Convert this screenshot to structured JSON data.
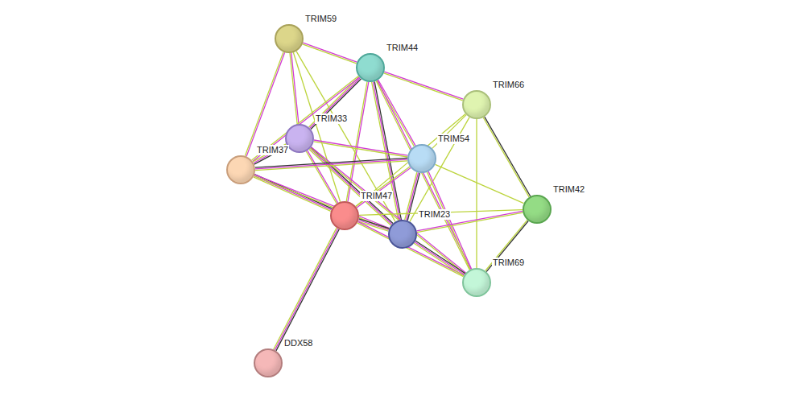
{
  "diagram": {
    "nodes": [
      {
        "text": [
          "TRIM59"
        ]
      },
      {
        "text": [
          "TRIM44"
        ]
      },
      {
        "text": [
          "TRIM66"
        ]
      },
      {
        "text": [
          "TRIM33"
        ]
      },
      {
        "text": [
          "TRIM54"
        ]
      },
      {
        "text": [
          "TRIM37"
        ]
      },
      {
        "text": [
          "TRIM47"
        ]
      },
      {
        "text": [
          "TRIM23"
        ]
      },
      {
        "text": [
          "TRIM42"
        ]
      },
      {
        "text": [
          "TRIM69"
        ]
      },
      {
        "text": [
          "DDX58"
        ]
      }
    ],
    "edges": [
      {
        "from": 0,
        "to": 1,
        "arrow": "none"
      },
      {
        "from": 0,
        "to": 3,
        "arrow": "none"
      },
      {
        "from": 0,
        "to": 5,
        "arrow": "none"
      },
      {
        "from": 0,
        "to": 6,
        "arrow": "none"
      },
      {
        "from": 0,
        "to": 7,
        "arrow": "none"
      },
      {
        "from": 1,
        "to": 2,
        "arrow": "none"
      },
      {
        "from": 1,
        "to": 3,
        "arrow": "none"
      },
      {
        "from": 1,
        "to": 5,
        "arrow": "none"
      },
      {
        "from": 1,
        "to": 6,
        "arrow": "none"
      },
      {
        "from": 1,
        "to": 7,
        "arrow": "none"
      },
      {
        "from": 1,
        "to": 4,
        "arrow": "none"
      },
      {
        "from": 1,
        "to": 9,
        "arrow": "none"
      },
      {
        "from": 2,
        "to": 4,
        "arrow": "none"
      },
      {
        "from": 2,
        "to": 6,
        "arrow": "none"
      },
      {
        "from": 2,
        "to": 7,
        "arrow": "none"
      },
      {
        "from": 2,
        "to": 8,
        "arrow": "none"
      },
      {
        "from": 2,
        "to": 9,
        "arrow": "none"
      },
      {
        "from": 3,
        "to": 5,
        "arrow": "none"
      },
      {
        "from": 3,
        "to": 4,
        "arrow": "none"
      },
      {
        "from": 3,
        "to": 6,
        "arrow": "none"
      },
      {
        "from": 3,
        "to": 7,
        "arrow": "none"
      },
      {
        "from": 3,
        "to": 9,
        "arrow": "none"
      },
      {
        "from": 5,
        "to": 4,
        "arrow": "none"
      },
      {
        "from": 5,
        "to": 6,
        "arrow": "none"
      },
      {
        "from": 5,
        "to": 7,
        "arrow": "none"
      },
      {
        "from": 4,
        "to": 6,
        "arrow": "none"
      },
      {
        "from": 4,
        "to": 7,
        "arrow": "none"
      },
      {
        "from": 4,
        "to": 8,
        "arrow": "none"
      },
      {
        "from": 4,
        "to": 9,
        "arrow": "none"
      },
      {
        "from": 6,
        "to": 7,
        "arrow": "none"
      },
      {
        "from": 6,
        "to": 9,
        "arrow": "none"
      },
      {
        "from": 6,
        "to": 10,
        "arrow": "none"
      },
      {
        "from": 6,
        "to": 8,
        "arrow": "none"
      },
      {
        "from": 7,
        "to": 8,
        "arrow": "none"
      },
      {
        "from": 7,
        "to": 9,
        "arrow": "none"
      },
      {
        "from": 8,
        "to": 9,
        "arrow": "none"
      }
    ]
  }
}
